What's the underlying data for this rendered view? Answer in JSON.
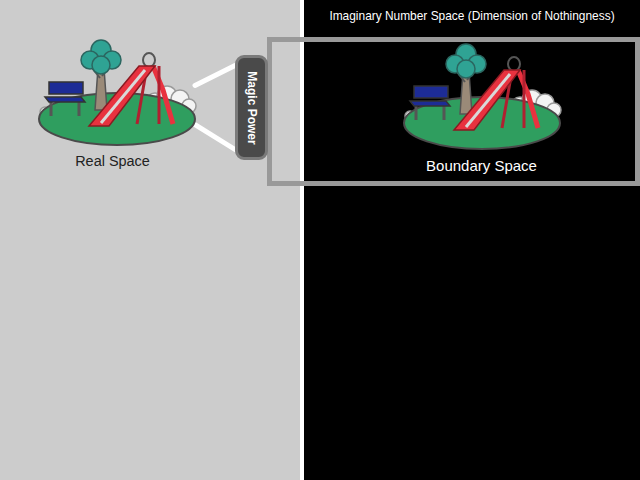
{
  "diagram": {
    "nodes": [
      {
        "text": [
          "Real Space"
        ]
      },
      {
        "text": [
          "Magic Power"
        ]
      },
      {
        "text": [
          "Imaginary Number Space (Dimension of Nothingness)"
        ]
      },
      {
        "text": [
          "Boundary Space"
        ],
        "in": 2
      }
    ],
    "edges": [
      {
        "from": 0,
        "to": 1,
        "arrow": "none"
      },
      {
        "from": 0,
        "to": 1,
        "arrow": "none"
      }
    ]
  }
}
